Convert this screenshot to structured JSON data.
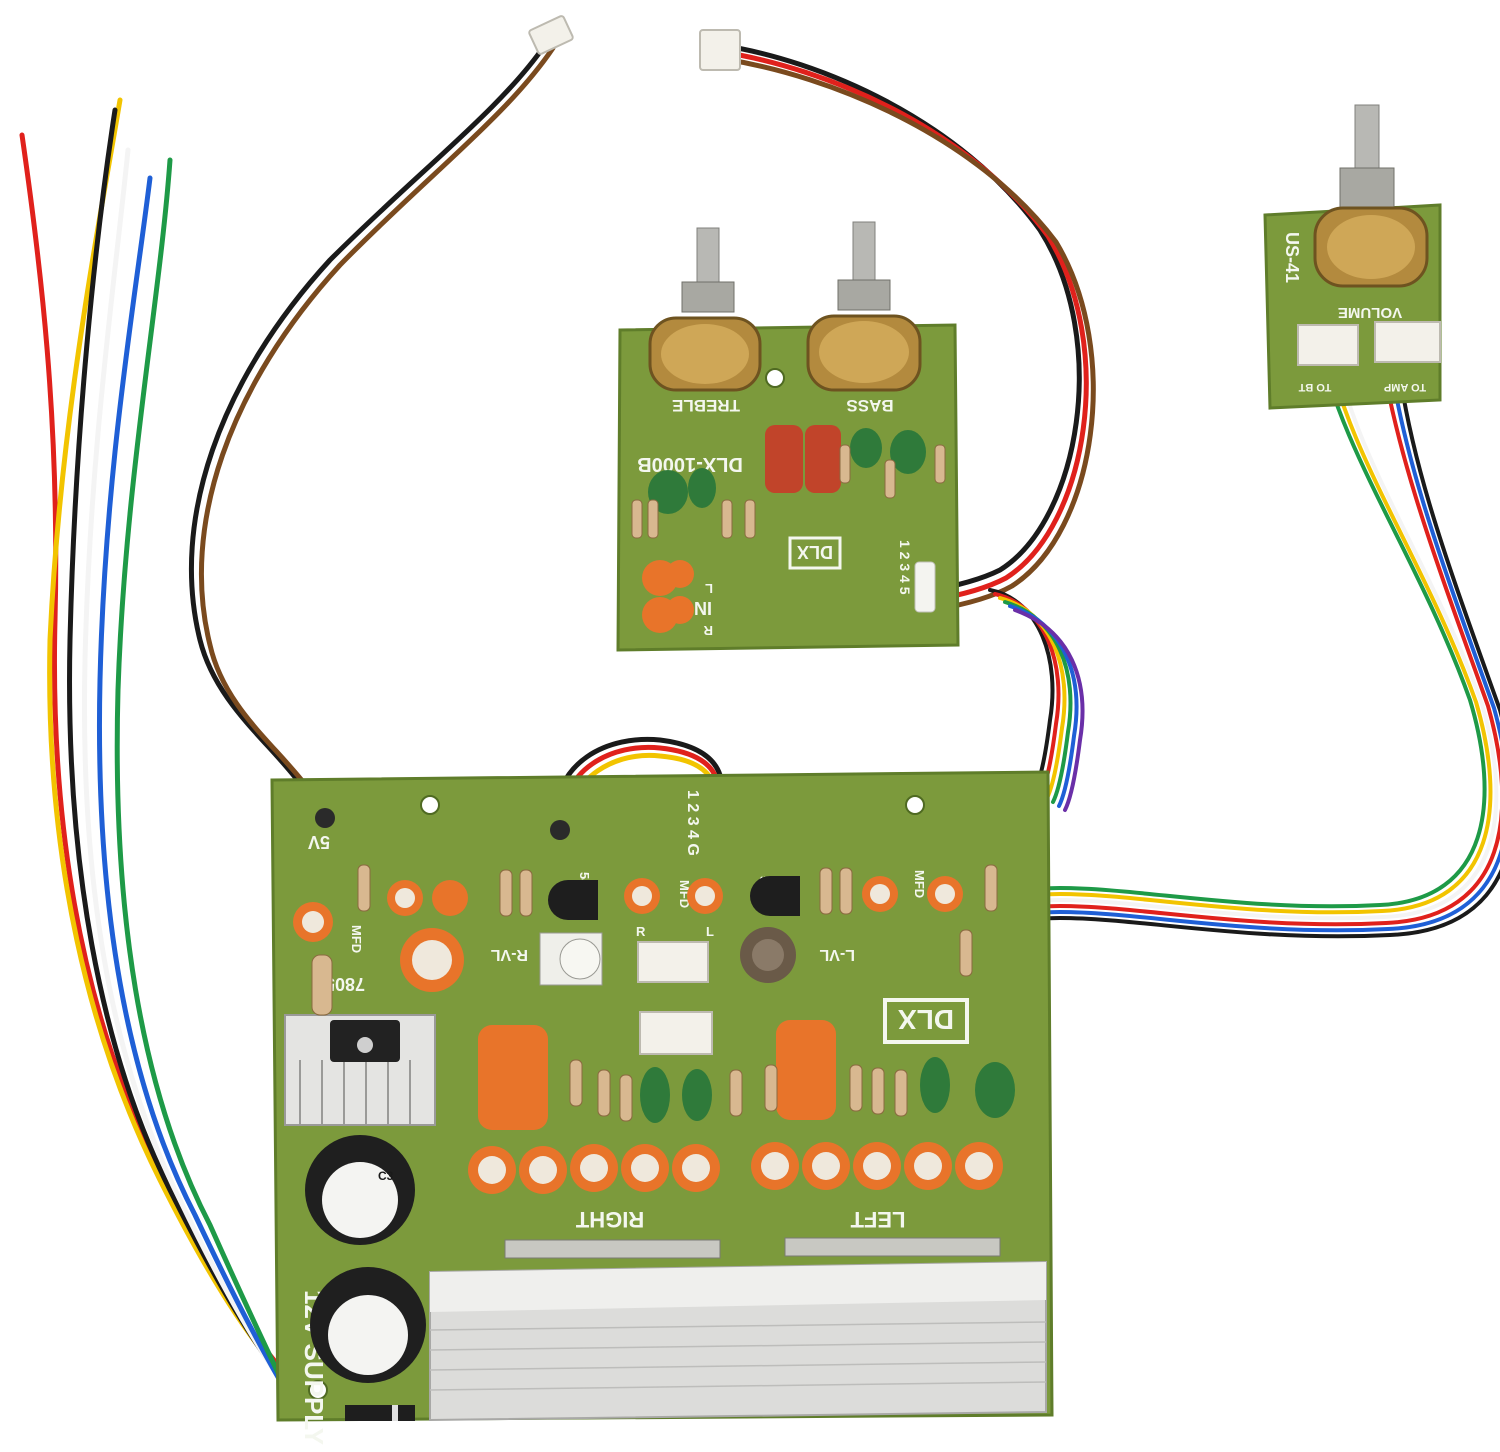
{
  "main_board": {
    "logo": "DLX",
    "label_5v": "5V",
    "label_7805": "7805",
    "label_12v_supply": "12V SUPPLY",
    "label_right": "RIGHT",
    "label_left": "LEFT",
    "label_r_vl": "R-VL",
    "label_l_vl": "L-VL",
    "label_mfd": "MFD",
    "label_548b": "548B",
    "label_1234g": "1 2 3 4 G",
    "label_r_box": "R",
    "label_l_box": "L",
    "label_c3": "C3"
  },
  "tone_board": {
    "model": "DLX-1000B",
    "logo": "DLX",
    "label_treble": "TREBLE",
    "label_bass": "BASS",
    "label_in": "IN",
    "label_l": "L",
    "label_r": "R",
    "label_pins": "1 2 3 4 5"
  },
  "volume_board": {
    "model": "US-41",
    "label_volume": "VOLUME",
    "label_to_bt": "TO BT",
    "label_to_amp": "TO AMP"
  },
  "colors": {
    "pcb": "#7c9a3c",
    "pcb_edge": "#5f7d2a",
    "silkscreen": "#f4f7ef",
    "capacitor_orange": "#e8742a",
    "heatsink": "#d8d8d6"
  }
}
